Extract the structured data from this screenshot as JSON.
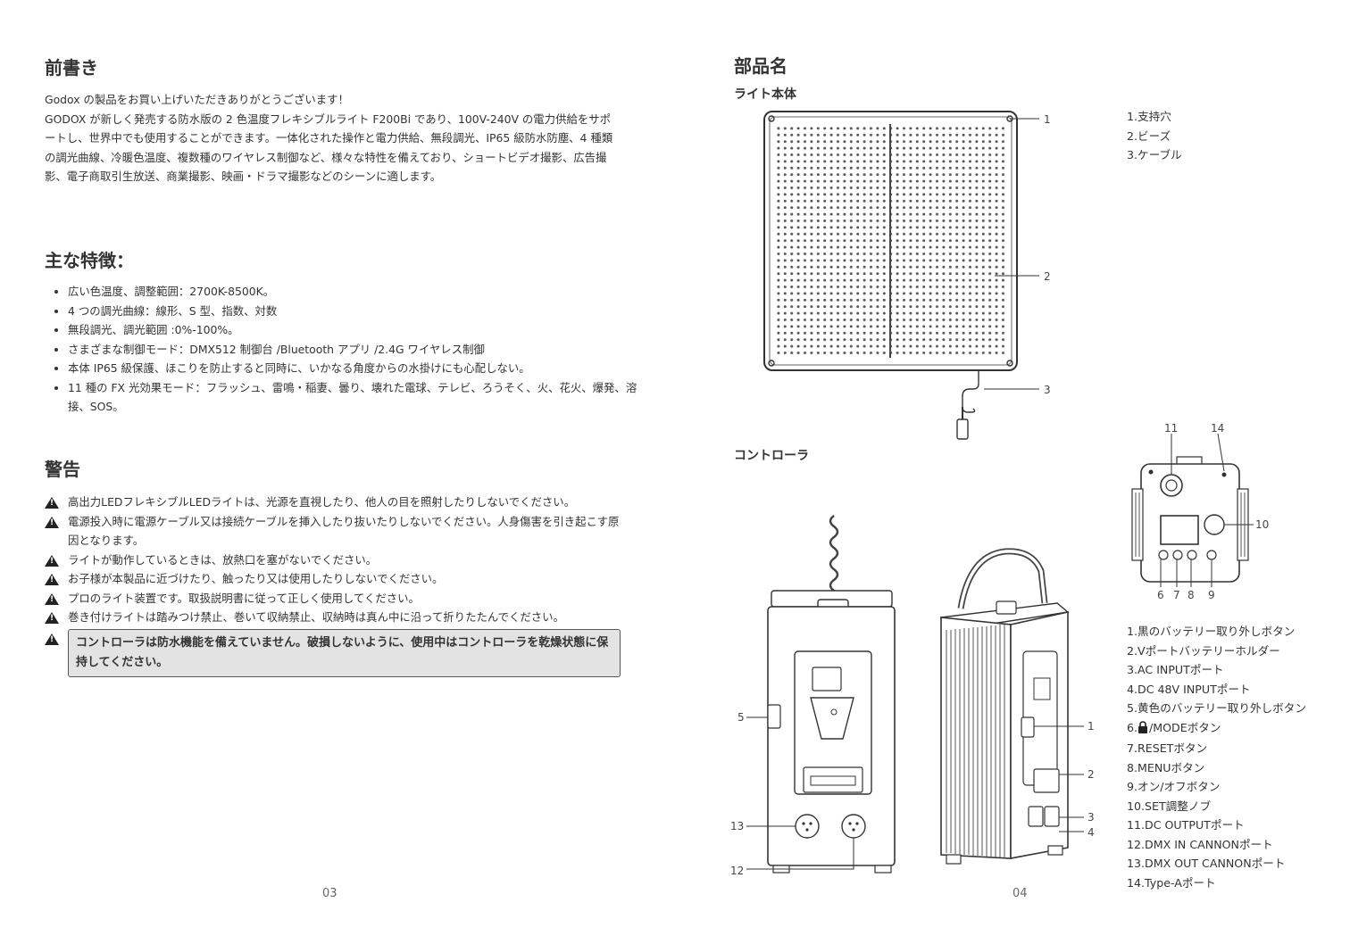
{
  "left_page": {
    "preface": {
      "title": "前書き",
      "paragraph1": "Godox の製品をお買い上げいただきありがとうございます！",
      "paragraph2": "GODOX が新しく発売する防水版の 2 色温度フレキシブルライト F200Bi であり、100V-240V の電力供給をサポートし、世界中でも使用することができます。一体化された操作と電力供給、無段調光、IP65 級防水防塵、4 種類の調光曲線、冷暖色温度、複数種のワイヤレス制御など、様々な特性を備えており、ショートビデオ撮影、広告撮影、電子商取引生放送、商業撮影、映画・ドラマ撮影などのシーンに適します。"
    },
    "features": {
      "title": "主な特徴：",
      "items": [
        "広い色温度、調整範囲：2700K-8500K。",
        "4 つの調光曲線：線形、S 型、指数、対数",
        "無段調光、調光範囲 :0%-100%。",
        "さまざまな制御モード：DMX512 制御台 /Bluetooth アプリ /2.4G ワイヤレス制御",
        "本体 IP65 級保護、ほこりを防止すると同時に、いかなる角度からの水掛けにも心配しない。",
        "11 種の FX 光効果モード：フラッシュ、雷鳴・稲妻、曇り、壊れた電球、テレビ、ろうそく、火、花火、爆発、溶接、SOS。"
      ]
    },
    "warnings": {
      "title": "警告",
      "items": [
        "高出力LEDフレキシブルLEDライトは、光源を直視したり、他人の目を照射したりしないでください。",
        "電源投入時に電源ケーブル又は接続ケーブルを挿入したり抜いたりしないでください。人身傷害を引き起こす原因となります。",
        "ライトが動作しているときは、放熱口を塞がないでください。",
        "お子様が本製品に近づけたり、触ったり又は使用したりしないでください。",
        "プロのライト装置です。取扱説明書に従って正しく使用してください。",
        "巻き付けライトは踏みつけ禁止、巻いて収納禁止、収納時は真ん中に沿って折りたたんでください。"
      ],
      "boxed_note": "コントローラは防水機能を備えていません。破損しないように、使用中はコントローラを乾燥状態に保持してください。"
    },
    "page_number": "03"
  },
  "right_page": {
    "title": "部品名",
    "light_section": {
      "title": "ライト本体",
      "callouts": [
        "1",
        "2",
        "3"
      ],
      "legend": [
        "1.支持穴",
        "2.ビーズ",
        "3.ケーブル"
      ]
    },
    "controller_section": {
      "title": "コントローラ",
      "callouts_front": [
        "5",
        "13",
        "12"
      ],
      "callouts_side": [
        "1",
        "2",
        "3",
        "4"
      ],
      "callouts_panel": [
        "11",
        "14",
        "10",
        "6",
        "7",
        "8",
        "9"
      ],
      "legend": [
        "1.黒のバッテリー取り外しボタン",
        "2.Vポートバッテリーホルダー",
        "3.AC INPUTポート",
        "4.DC 48V INPUTポート",
        "5.黄色のバッテリー取り外しボタン",
        "6.",
        "7.RESETボタン",
        "8.MENUボタン",
        "9.オン/オフボタン",
        "10.SET調整ノブ",
        "11.DC OUTPUTポート",
        "12.DMX IN CANNONポート",
        "13.DMX OUT CANNONポート",
        "14.Type-Aポート"
      ],
      "legend_item6_suffix": "/MODEボタン",
      "legend_item6_icon": "lock-icon"
    },
    "page_number": "04"
  }
}
